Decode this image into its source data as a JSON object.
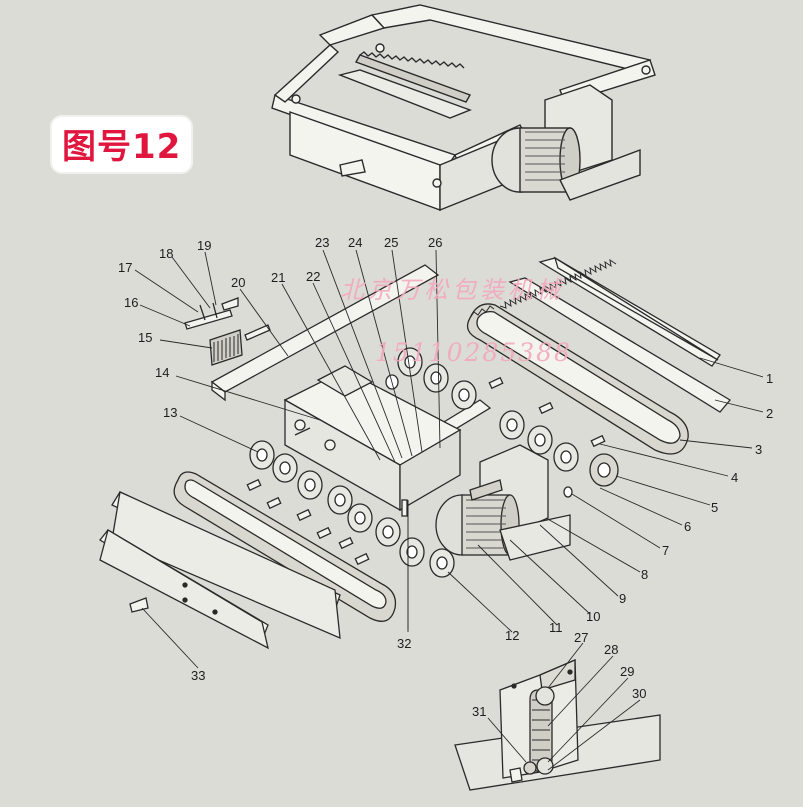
{
  "title": "图号12",
  "watermark": {
    "company": "北京万松包装机械",
    "phone": "15110285388"
  },
  "part_labels": [
    "1",
    "2",
    "3",
    "4",
    "5",
    "6",
    "7",
    "8",
    "9",
    "10",
    "11",
    "12",
    "13",
    "14",
    "15",
    "16",
    "17",
    "18",
    "19",
    "20",
    "21",
    "22",
    "23",
    "24",
    "25",
    "26",
    "27",
    "28",
    "29",
    "30",
    "31",
    "32",
    "33"
  ],
  "colors": {
    "title_text": "#e0163e",
    "watermark": "#f2a9bd",
    "line": "#2a2a2a",
    "paper": "#dcdcd6"
  }
}
